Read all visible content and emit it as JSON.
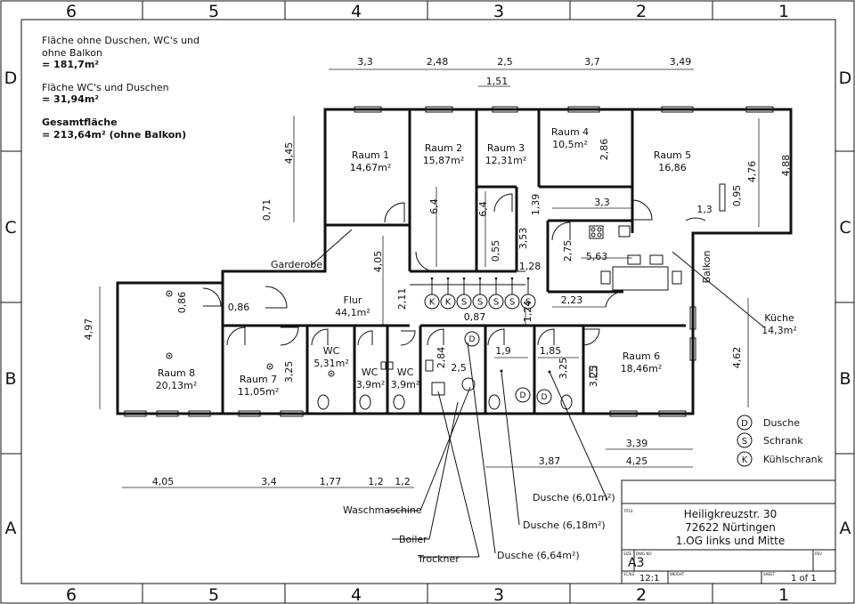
{
  "zones": {
    "columns": [
      "6",
      "5",
      "4",
      "3",
      "2",
      "1"
    ],
    "rows": [
      "D",
      "C",
      "B",
      "A"
    ]
  },
  "summary": {
    "line1": "Fläche ohne Duschen, WC's und",
    "line2": "ohne Balkon",
    "line3": "= 181,7m²",
    "line4": "Fläche WC's und Duschen",
    "line5": "= 31,94m²",
    "line6": "Gesamtfläche",
    "line7": "= 213,64m² (ohne Balkon)"
  },
  "rooms": {
    "raum1": {
      "name": "Raum 1",
      "area": "14,67m²"
    },
    "raum2": {
      "name": "Raum 2",
      "area": "15,87m²"
    },
    "raum3": {
      "name": "Raum 3",
      "area": "12,31m²"
    },
    "raum4": {
      "name": "Raum 4",
      "area": "10,5m²"
    },
    "raum5": {
      "name": "Raum 5",
      "area": "16,86"
    },
    "raum6": {
      "name": "Raum 6",
      "area": "18,46m²"
    },
    "raum7": {
      "name": "Raum 7",
      "area": "11,05m²"
    },
    "raum8": {
      "name": "Raum 8",
      "area": "20,13m²"
    },
    "flur": {
      "name": "Flur",
      "area": "44,1m²"
    },
    "wc1": {
      "name": "WC",
      "area": "5,31m²"
    },
    "wc2": {
      "name": "WC",
      "area": "3,9m²"
    },
    "wc3": {
      "name": "WC",
      "area": "3,9m²"
    },
    "garderobe": "Garderobe",
    "balkon": "Balkon",
    "kueche": {
      "name": "Küche",
      "area": "14,3m²"
    }
  },
  "dimensions": {
    "top": [
      "3,3",
      "2,48",
      "2,5",
      "3,7",
      "3,49"
    ],
    "top_sub": "1,51",
    "bottom_row1": [
      "4,05",
      "3,4",
      "1,77",
      "1,2",
      "1,2"
    ],
    "bottom_b": [
      "3,87",
      "4,25"
    ],
    "bottom_a": "3,39",
    "right": [
      "4,76",
      "4,88",
      "0,95",
      "1,3",
      "4,62"
    ],
    "left_outer": "4,97",
    "misc": {
      "d445": "4,45",
      "d071": "0,71",
      "d64a": "6,4",
      "d64b": "6,4",
      "d055": "0,55",
      "d353": "3,53",
      "d139": "1,39",
      "d33": "3,3",
      "d286": "2,86",
      "d275": "2,75",
      "d563": "5,63",
      "d128": "1,28",
      "d405": "4,05",
      "d211": "2,11",
      "d086a": "0,86",
      "d086b": "0,86",
      "d087": "0,87",
      "d124": "1,24",
      "d223": "2,23",
      "d284": "2,84",
      "d25": "2,5",
      "d19": "1,9",
      "d185": "1,85",
      "d325a": "3,25",
      "d325b": "3,25",
      "d325c": "3,25"
    }
  },
  "legend": [
    {
      "symbol": "D",
      "label": "Dusche"
    },
    {
      "symbol": "S",
      "label": "Schrank"
    },
    {
      "symbol": "K",
      "label": "Kühlschrank"
    }
  ],
  "cabinets": [
    "K",
    "K",
    "S",
    "S",
    "S",
    "S",
    "S"
  ],
  "callouts": {
    "dusche1": "Dusche (6,01m²)",
    "dusche2": "Dusche (6,18m²)",
    "dusche3": "Dusche (6,64m²)",
    "wasch": "Waschmaschine",
    "boiler": "Boiler",
    "trockner": "Trockner"
  },
  "titleblock": {
    "title_tag": "TITLE",
    "line1": "Heiligkreuzstr. 30",
    "line2": "72622 Nürtingen",
    "line3": "1.OG links und Mitte",
    "size_tag": "SIZE",
    "size": "A3",
    "dwg_tag": "DWG NO",
    "rev_tag": "REV",
    "scale_tag": "SCALE",
    "scale": "12:1",
    "weight_tag": "WEIGHT",
    "sheet_tag": "SHEET",
    "sheet": "1 of 1"
  }
}
